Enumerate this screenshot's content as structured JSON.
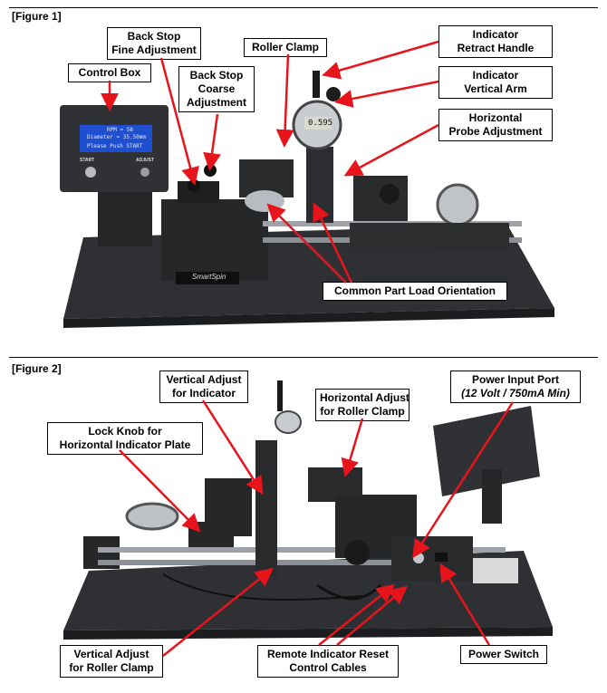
{
  "figure1": {
    "label": "[Figure 1]",
    "callouts": {
      "control_box": "Control Box",
      "back_stop_fine_l1": "Back Stop",
      "back_stop_fine_l2": "Fine Adjustment",
      "back_stop_coarse_l1": "Back Stop",
      "back_stop_coarse_l2": "Coarse",
      "back_stop_coarse_l3": "Adjustment",
      "roller_clamp": "Roller Clamp",
      "indicator_retract_l1": "Indicator",
      "indicator_retract_l2": "Retract Handle",
      "indicator_vertical_l1": "Indicator",
      "indicator_vertical_l2": "Vertical Arm",
      "horizontal_probe_l1": "Horizontal",
      "horizontal_probe_l2": "Probe Adjustment",
      "common_part_load": "Common Part Load Orientation"
    },
    "lcd": {
      "line1": "RPM = 58",
      "line2": "Diameter = 35.50mm",
      "line3": "Please Push START"
    },
    "buttons": {
      "start": "START",
      "adjust": "ADJUST"
    },
    "indicator_reading": "0.595",
    "brand": "SmartSpin"
  },
  "figure2": {
    "label": "[Figure 2]",
    "callouts": {
      "vertical_adjust_indicator_l1": "Vertical Adjust",
      "vertical_adjust_indicator_l2": "for Indicator",
      "horizontal_adjust_roller_l1": "Horizontal Adjust",
      "horizontal_adjust_roller_l2": "for Roller Clamp",
      "power_input_l1": "Power Input Port",
      "power_input_l2": "(12 Volt / 750mA Min)",
      "lock_knob_l1": "Lock Knob for",
      "lock_knob_l2": "Horizontal Indicator Plate",
      "vertical_adjust_roller_l1": "Vertical Adjust",
      "vertical_adjust_roller_l2": "for Roller Clamp",
      "remote_indicator_l1": "Remote Indicator Reset",
      "remote_indicator_l2": "Control Cables",
      "power_switch": "Power Switch"
    }
  },
  "colors": {
    "callout_arrow": "#e8141b",
    "machine_dark": "#2b2b2b",
    "lcd_blue": "#1f4fd1"
  }
}
